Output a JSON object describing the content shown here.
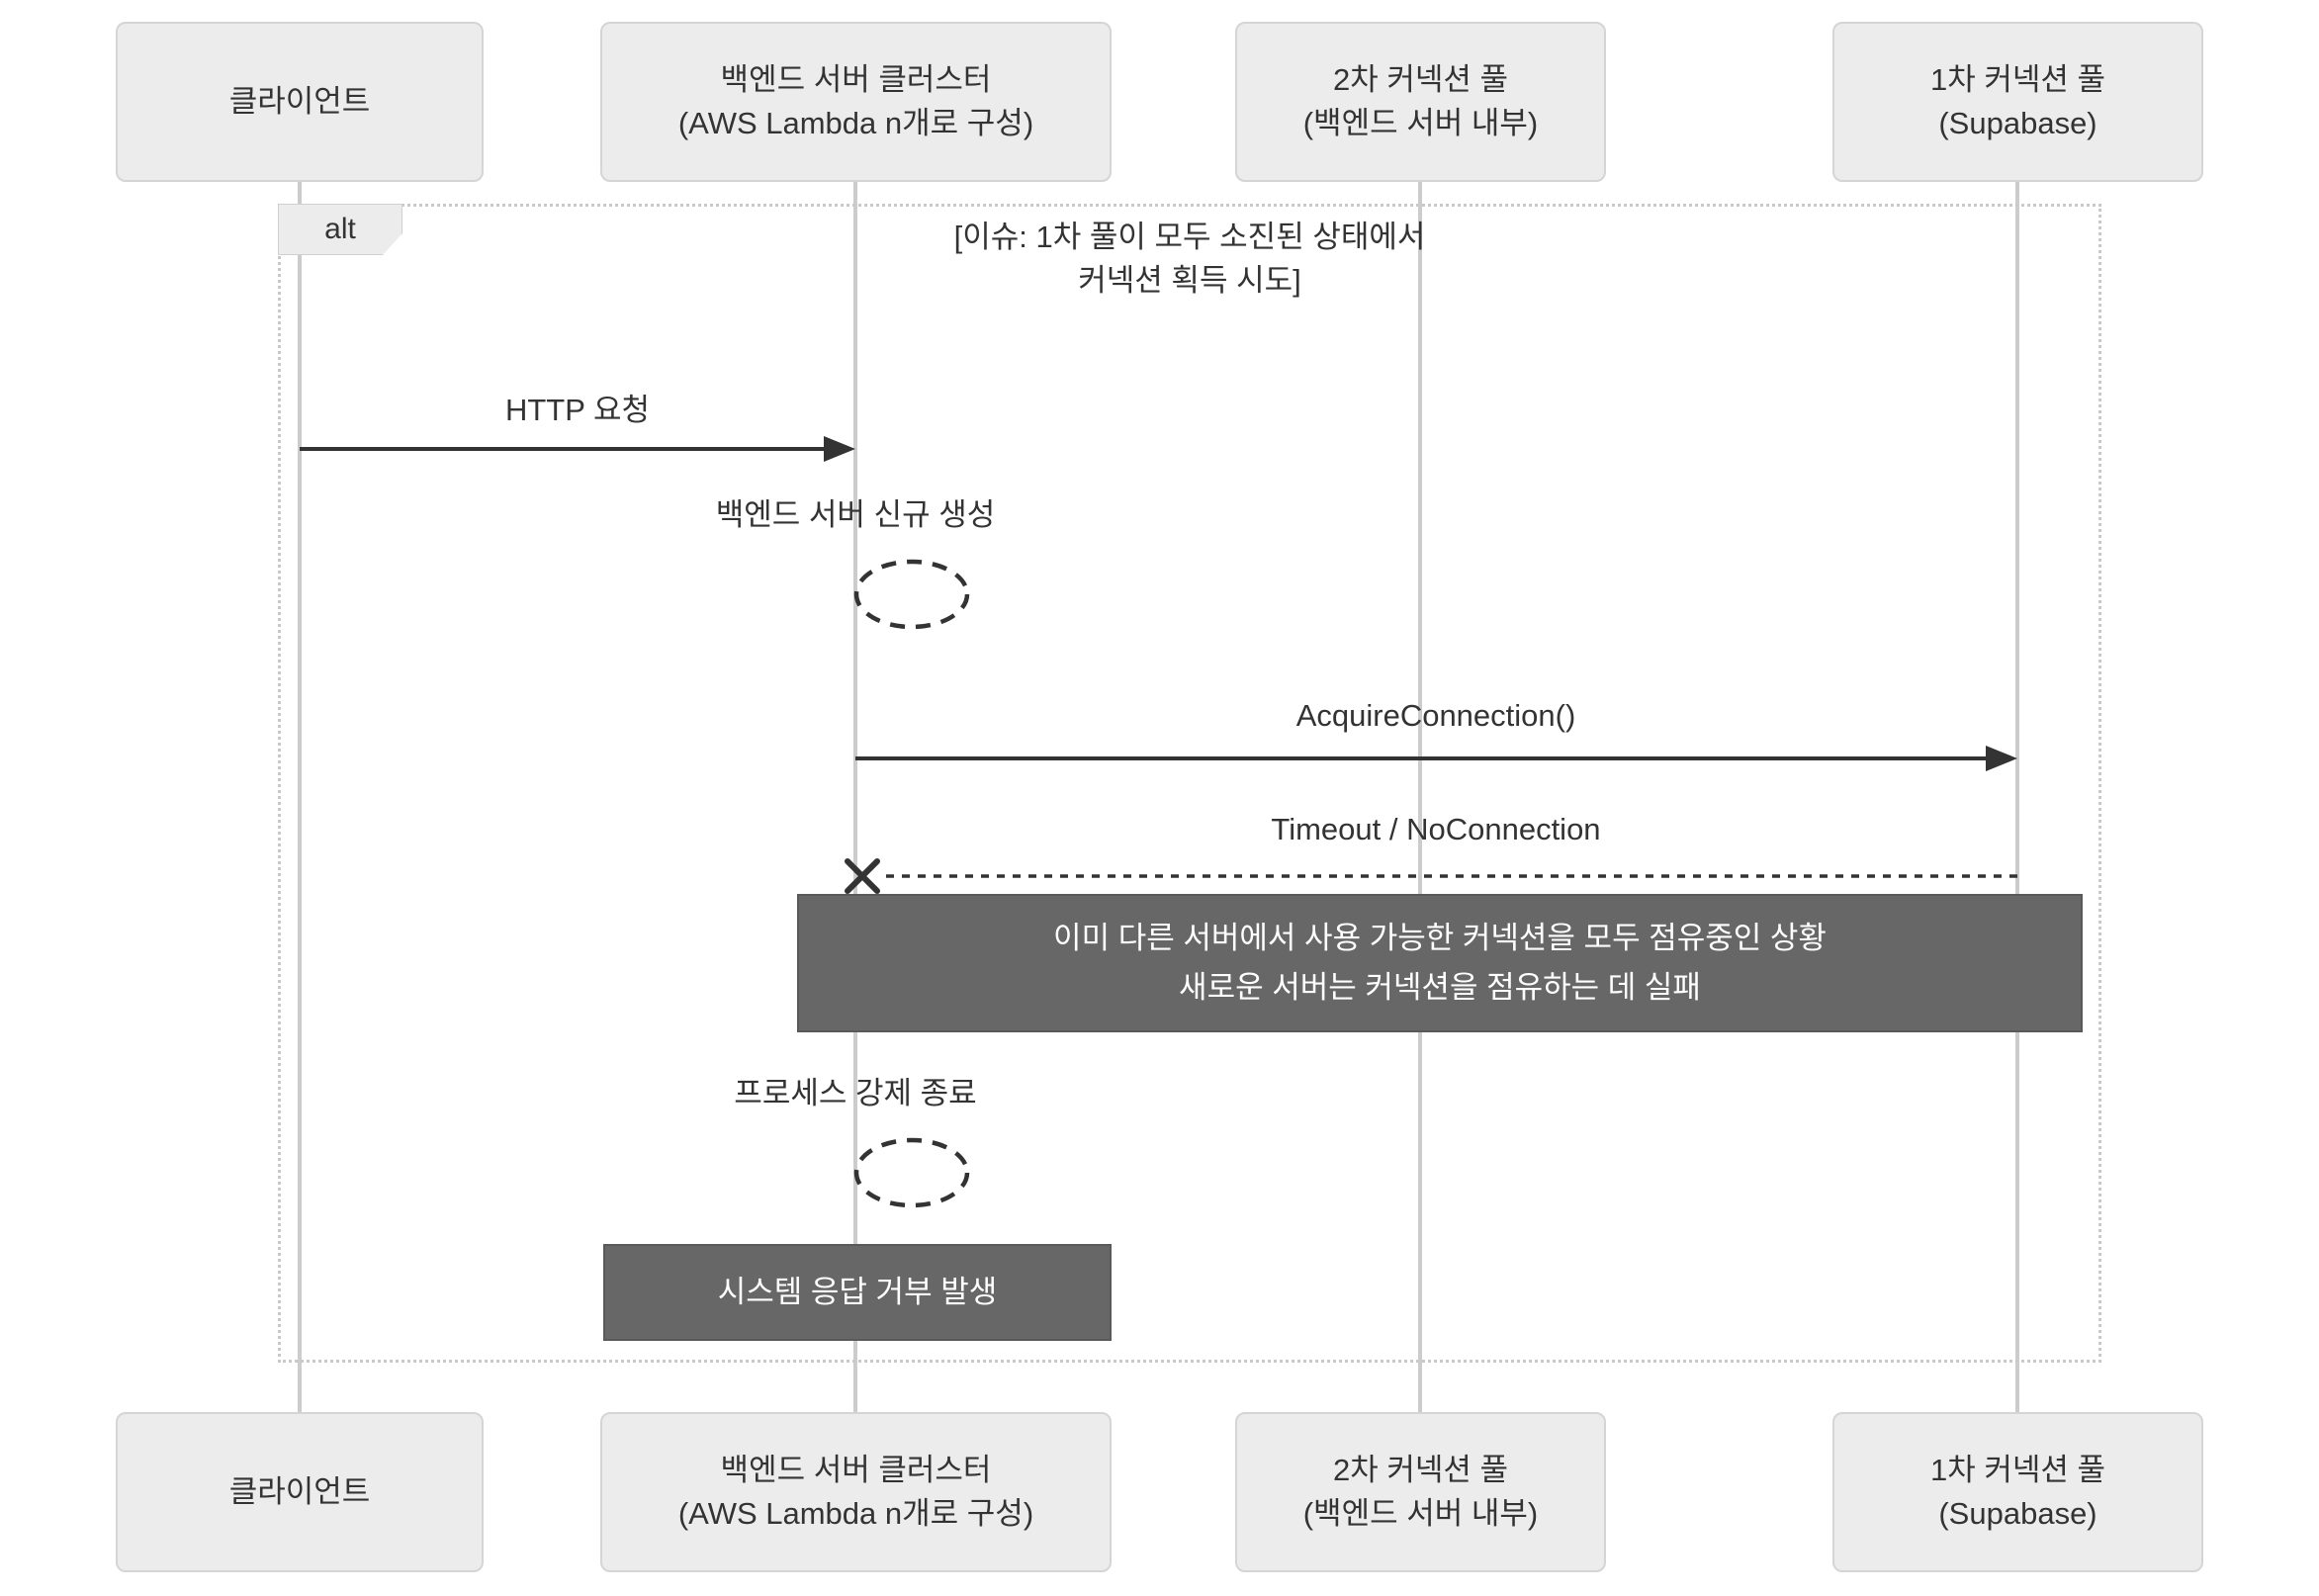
{
  "colors": {
    "background": "#ffffff",
    "participant_fill": "#ececec",
    "participant_border": "#d5d5d5",
    "lifeline": "#cccccc",
    "frame_border": "#c9c9c9",
    "label_fill": "#ececec",
    "label_border": "#d0d0d0",
    "note_fill": "#676767",
    "note_border": "#595959",
    "text": "#333333",
    "note_text": "#ffffff",
    "arrow": "#333333"
  },
  "participants": [
    {
      "line1": "클라이언트",
      "line2": ""
    },
    {
      "line1": "백엔드 서버 클러스터",
      "line2": "(AWS Lambda n개로 구성)"
    },
    {
      "line1": "2차 커넥션 풀",
      "line2": "(백엔드 서버 내부)"
    },
    {
      "line1": "1차 커넥션 풀",
      "line2": "(Supabase)"
    }
  ],
  "alt": {
    "label": "alt",
    "condition_line1": "[이슈: 1차 풀이 모두 소진된 상태에서",
    "condition_line2": "커넥션 획득 시도]"
  },
  "messages": {
    "http_request": "HTTP 요청",
    "server_spawn": "백엔드 서버 신규 생성",
    "acquire_connection": "AcquireConnection()",
    "timeout": "Timeout / NoConnection",
    "process_kill": "프로세스 강제 종료"
  },
  "notes": {
    "occupied_line1": "이미 다른 서버에서 사용 가능한 커넥션을 모두 점유중인 상황",
    "occupied_line2": "새로운 서버는 커넥션을 점유하는 데 실패",
    "system_refusal": "시스템 응답 거부 발생"
  }
}
